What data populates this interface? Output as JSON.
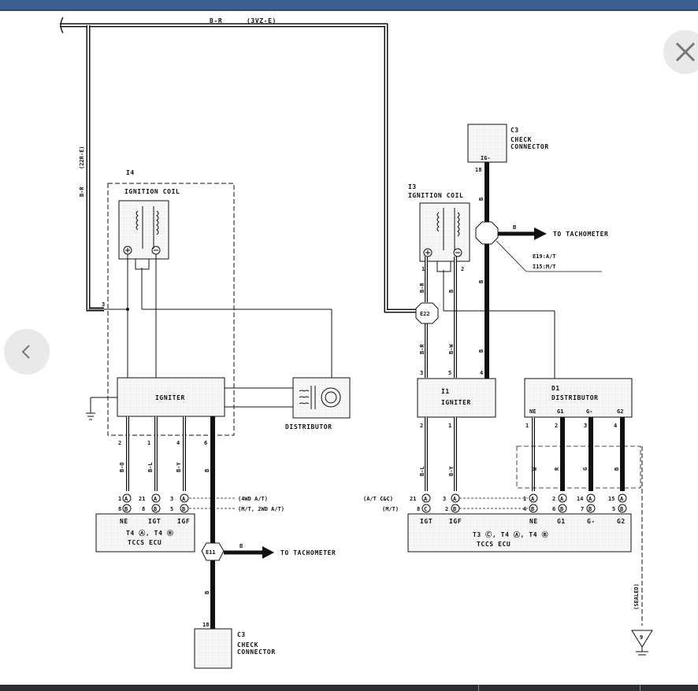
{
  "wire_labels": {
    "top": "B-R",
    "top_variant": "(3VZ-E)",
    "left_vertical": "B-R",
    "left_variant": "(22R-E)",
    "e11_out": "B",
    "e11_down": "B",
    "tach_right": "B",
    "c3_down": "B",
    "i3_plus": "B-R",
    "i3_minus": "B",
    "e22_i1_3": "B-R",
    "e22_i1_5": "B-W",
    "c3_i1_4": "B",
    "i4_ne": "B-O",
    "i4_igt": "B-L",
    "i4_igf": "B-Y",
    "i4_6": "B",
    "i1_igt": "B-L",
    "i1_igf": "B-Y",
    "d1_ne": "W",
    "d1_g1": "R",
    "d1_g2": "B",
    "d1_gm": "G",
    "sealed": "(SEALED)"
  },
  "left_system": {
    "i4_id": "I4",
    "i4_title": "IGNITION COIL",
    "igniter": "IGNITER",
    "distributor": "DISTRIBUTOR",
    "pin3": "3",
    "pin2": "2",
    "pin1": "1",
    "pin4": "4",
    "pin6": "6",
    "ecu_ne": "NE",
    "ecu_igt": "IGT",
    "ecu_igf": "IGF",
    "ecu_title": "T4 Ⓐ, T4 Ⓑ",
    "ecu_sub": "TCCS ECU",
    "row1_pins": [
      "1",
      "21",
      "3"
    ],
    "row2_pins": [
      "8",
      "8",
      "5"
    ],
    "note1": "(4WD A/T)",
    "note2": "(M/T, 2WD A/T)",
    "e11": "E11",
    "tach": "TO TACHOMETER",
    "c3_id": "C3",
    "c3_line1": "CHECK",
    "c3_line2": "CONNECTOR",
    "c3_pin": "18"
  },
  "right_system": {
    "c3_id": "C3",
    "c3_line1": "CHECK",
    "c3_line2": "CONNECTOR",
    "c3_pin_label": "IG-",
    "c3_pin": "18",
    "tach": "TO TACHOMETER",
    "e19": "E19:A/T",
    "i15": "I15:M/T",
    "i3_id": "I3",
    "i3_title": "IGNITION COIL",
    "pin1": "1",
    "pin2": "2",
    "e22": "E22",
    "i1_id": "I1",
    "i1_title": "IGNITER",
    "i1_pin3": "3",
    "i1_pin5": "5",
    "i1_pin4": "4",
    "i1_pin2": "2",
    "i1_pin1": "1",
    "d1_id": "D1",
    "d1_title": "DISTRIBUTOR",
    "d1_pins_label": [
      "NE",
      "G1",
      "G-",
      "G2"
    ],
    "d1_pins": [
      "1",
      "2",
      "3",
      "4"
    ],
    "ecu_label_ac": "(A/T C&C)",
    "ecu_label_mt": "(M/T)",
    "row1_pins": [
      "21",
      "3",
      "1",
      "2",
      "14",
      "15"
    ],
    "row2_pins": [
      "8",
      "2",
      "4",
      "6",
      "7",
      "5"
    ],
    "row2_ecu_left": [
      "8"
    ],
    "ecu_pins": [
      "IGT",
      "IGF",
      "NE",
      "G1",
      "G-",
      "G2"
    ],
    "ecu_title": "T3 Ⓒ, T4 Ⓐ, T4 Ⓑ",
    "ecu_sub": "TCCS ECU",
    "ground_pin": "9"
  },
  "nav": {
    "close": "close",
    "prev": "previous"
  }
}
